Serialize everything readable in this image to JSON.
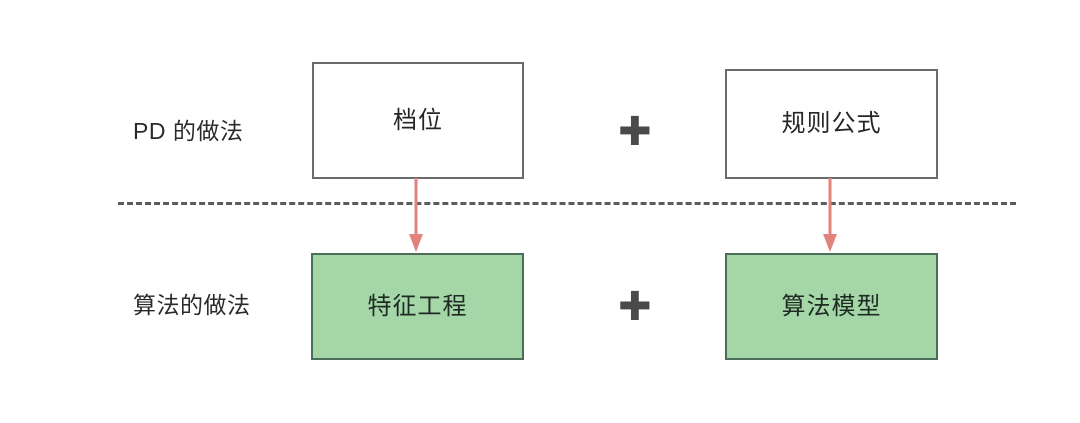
{
  "diagram": {
    "title_rows": [
      {
        "id": "pd-row",
        "label": "PD 的做法"
      },
      {
        "id": "algo-row",
        "label": "算法的做法"
      }
    ],
    "nodes": [
      {
        "id": "tier",
        "label": "档位",
        "style": "plain",
        "row": "pd-row"
      },
      {
        "id": "formula",
        "label": "规则公式",
        "style": "plain",
        "row": "pd-row"
      },
      {
        "id": "feature",
        "label": "特征工程",
        "style": "green",
        "row": "algo-row"
      },
      {
        "id": "model",
        "label": "算法模型",
        "style": "green",
        "row": "algo-row"
      }
    ],
    "operators": [
      {
        "id": "plus-top",
        "symbol": "✚"
      },
      {
        "id": "plus-bottom",
        "symbol": "✚"
      }
    ],
    "connectors": [
      {
        "id": "arrow-left",
        "from": "tier",
        "to": "feature",
        "kind": "arrow-down"
      },
      {
        "id": "arrow-right",
        "from": "formula",
        "to": "model",
        "kind": "arrow-down"
      }
    ],
    "divider": {
      "id": "section-divider",
      "kind": "horizontal-dashed"
    },
    "colors": {
      "green_fill": "#a4d6a8",
      "green_border": "#4c6d59",
      "plain_border": "#6a6a6a",
      "arrow": "#e1837d",
      "divider": "#5b5b5b",
      "text": "#262626",
      "background": "#ffffff"
    }
  }
}
